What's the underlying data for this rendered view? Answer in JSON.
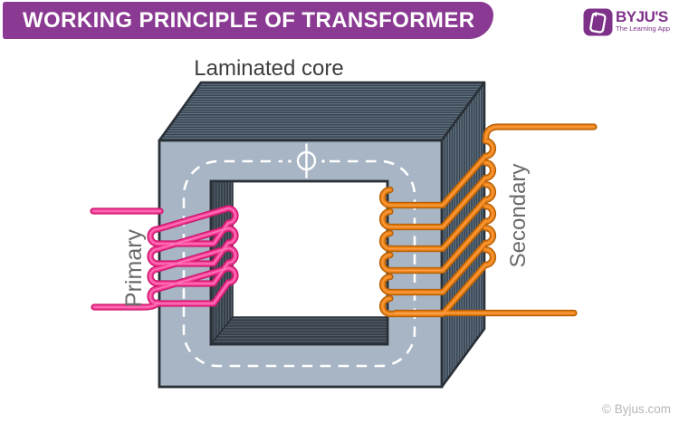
{
  "header": {
    "title": "WORKING PRINCIPLE OF TRANSFORMER"
  },
  "logo": {
    "brand": "BYJU'S",
    "tagline": "The Learning App"
  },
  "diagram": {
    "core_label": "Laminated core",
    "primary_label": "Primary",
    "secondary_label": "Secondary",
    "flux_symbol": "ϕ",
    "primary_turns": 4,
    "secondary_turns": 6,
    "colors": {
      "banner_purple": "#8b3a93",
      "logo_purple": "#7e3189",
      "core_face": "#a7b5c4",
      "lamination_dark": "#36414b",
      "lamination_light": "#66798b",
      "outline": "#2a3037",
      "primary_coil_pink": "#f6419a",
      "secondary_coil_orange": "#ef8418",
      "flux_line_white": "#ffffff"
    }
  },
  "footer": {
    "copyright": "© Byjus.com"
  }
}
